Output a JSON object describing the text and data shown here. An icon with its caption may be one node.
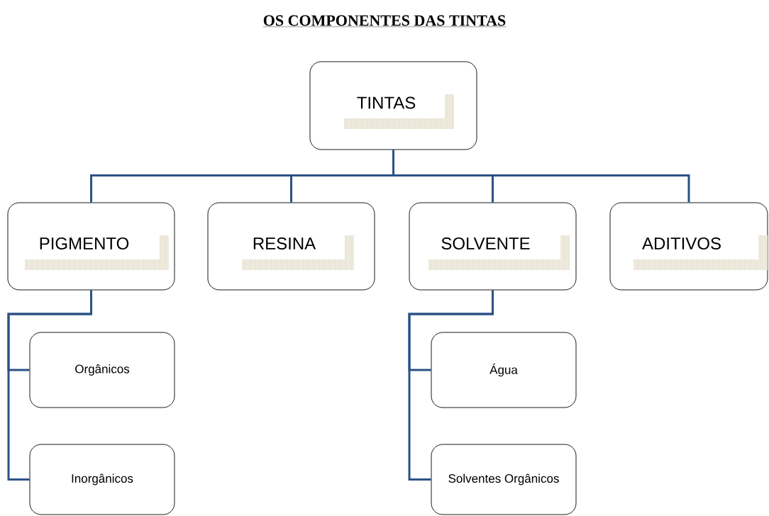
{
  "diagram": {
    "title": "OS COMPONENTES DAS TINTAS",
    "nodes": [
      {
        "text": [
          "TINTAS"
        ]
      },
      {
        "text": [
          "PIGMENTO"
        ]
      },
      {
        "text": [
          "RESINA"
        ]
      },
      {
        "text": [
          "SOLVENTE"
        ]
      },
      {
        "text": [
          "ADITIVOS"
        ]
      },
      {
        "text": [
          "Orgânicos"
        ]
      },
      {
        "text": [
          "Inorgânicos"
        ]
      },
      {
        "text": [
          "Água"
        ]
      },
      {
        "text": [
          "Solventes Orgânicos"
        ]
      }
    ],
    "edges": [
      {
        "from": 0,
        "to": 1,
        "arrow": "none"
      },
      {
        "from": 0,
        "to": 2,
        "arrow": "none"
      },
      {
        "from": 0,
        "to": 3,
        "arrow": "none"
      },
      {
        "from": 0,
        "to": 4,
        "arrow": "none"
      },
      {
        "from": 1,
        "to": 5,
        "arrow": "none"
      },
      {
        "from": 1,
        "to": 6,
        "arrow": "none"
      },
      {
        "from": 3,
        "to": 7,
        "arrow": "none"
      },
      {
        "from": 3,
        "to": 8,
        "arrow": "none"
      }
    ]
  }
}
